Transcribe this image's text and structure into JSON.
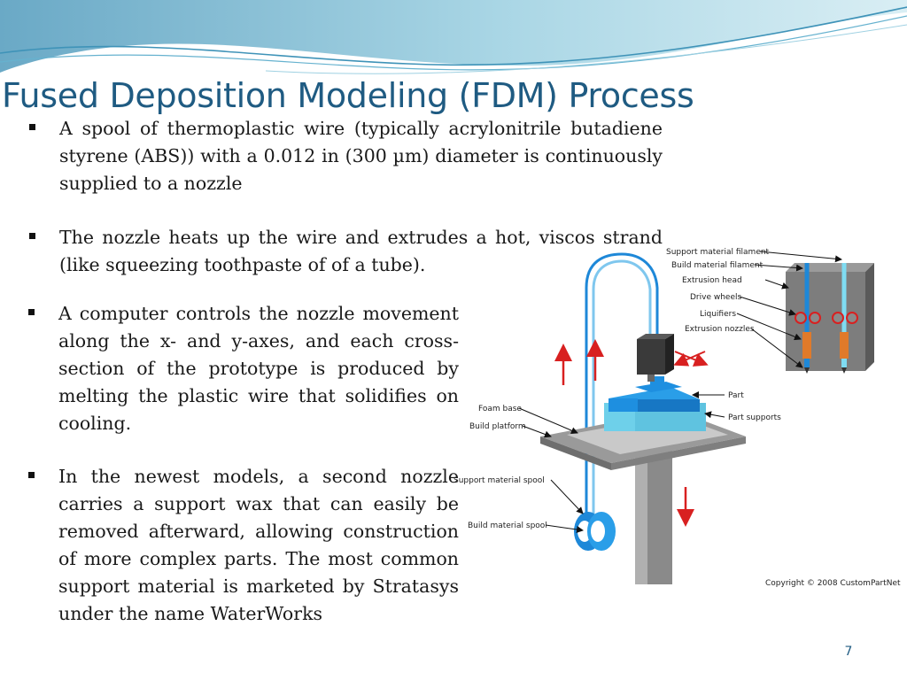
{
  "slide": {
    "title": "Fused Deposition Modeling (FDM) Process",
    "page_number": "7",
    "bullets": [
      "A spool of thermoplastic wire (typically acrylonitrile butadiene styrene (ABS)) with a 0.012 in (300 µm) diameter is continuously supplied to a nozzle",
      "The nozzle heats up the wire and extrudes a hot, viscos strand (like squeezing toothpaste of of a tube).",
      "A computer controls the nozzle movement along the x- and y-axes, and each cross-section of the prototype is produced by melting the plastic wire that solidifies on cooling.",
      "In the newest models, a second nozzle carries a support wax that can easily be removed afterward, allowing construction of more complex parts. The most common support material is marketed by Stratasys under the name WaterWorks"
    ]
  },
  "diagram": {
    "labels": {
      "support_filament": "Support material filament",
      "build_filament": "Build material filament",
      "extrusion_head": "Extrusion head",
      "drive_wheels": "Drive wheels",
      "liquifiers": "Liquifiers",
      "extrusion_nozzles": "Extrusion nozzles",
      "part": "Part",
      "part_supports": "Part supports",
      "foam_base": "Foam base",
      "build_platform": "Build platform",
      "support_spool": "Support material spool",
      "build_spool": "Build material spool",
      "copyright": "Copyright © 2008 CustomPartNet"
    },
    "colors": {
      "filament_blue": "#1e88d8",
      "part_blue": "#1e8fe0",
      "support_cyan": "#7fdcf2",
      "arrow_red": "#d82020",
      "nozzle_orange": "#e07a2a",
      "head_dark": "#3a3a3a"
    }
  }
}
